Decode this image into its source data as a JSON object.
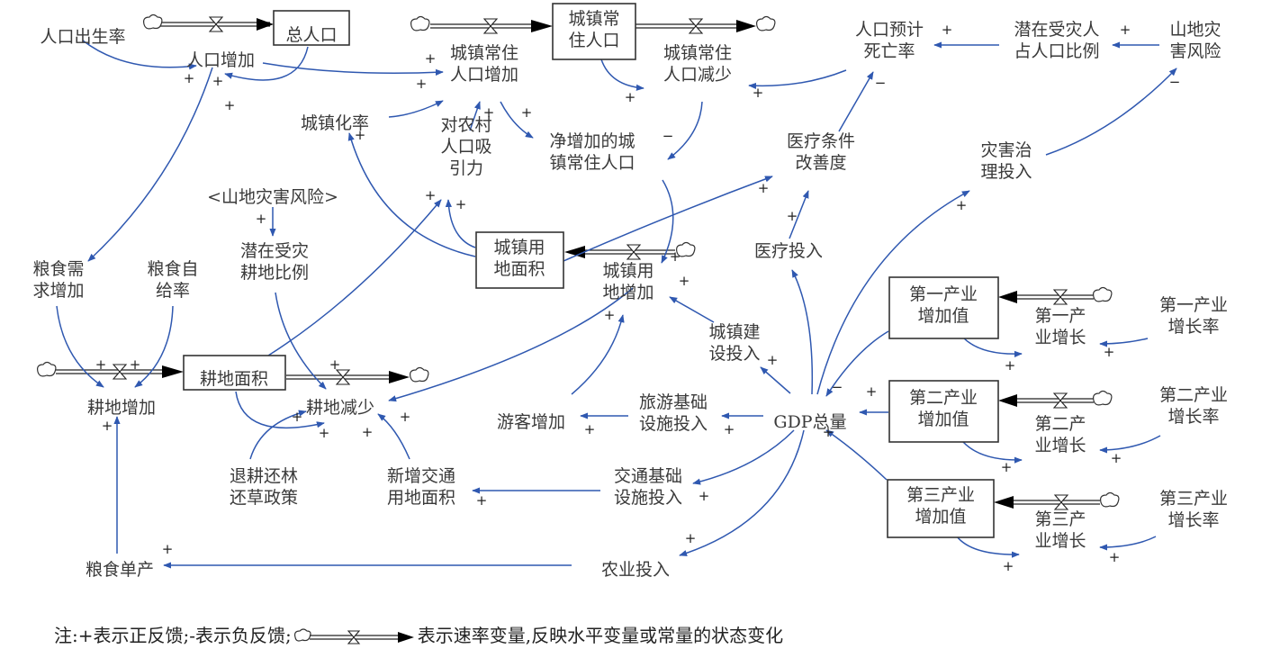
{
  "diagram": {
    "title": "",
    "nodes": {
      "birth_rate": {
        "type": "auxiliary",
        "lines": [
          "人口出生率"
        ]
      },
      "total_pop": {
        "type": "stock",
        "lines": [
          "总人口"
        ]
      },
      "pop_increase": {
        "type": "rate",
        "lines": [
          "人口增加"
        ]
      },
      "urban_pop_increase": {
        "type": "rate",
        "lines": [
          "城镇常住",
          "人口增加"
        ]
      },
      "urban_pop": {
        "type": "stock",
        "lines": [
          "城镇常",
          "住人口"
        ]
      },
      "urban_pop_decrease": {
        "type": "rate",
        "lines": [
          "城镇常住",
          "人口减少"
        ]
      },
      "expected_death_rate": {
        "type": "auxiliary",
        "lines": [
          "人口预计",
          "死亡率"
        ]
      },
      "disaster_pop_ratio": {
        "type": "auxiliary",
        "lines": [
          "潜在受灾人",
          "占人口比例"
        ]
      },
      "mountain_risk": {
        "type": "auxiliary",
        "lines": [
          "山地灾",
          "害风险"
        ]
      },
      "urbanization_rate": {
        "type": "auxiliary",
        "lines": [
          "城镇化率"
        ]
      },
      "rural_attraction": {
        "type": "auxiliary",
        "lines": [
          "对农村",
          "人口吸",
          "引力"
        ]
      },
      "net_urban_pop": {
        "type": "auxiliary",
        "lines": [
          "净增加的城",
          "镇常住人口"
        ]
      },
      "medical_improve": {
        "type": "auxiliary",
        "lines": [
          "医疗条件",
          "改善度"
        ]
      },
      "disaster_invest": {
        "type": "auxiliary",
        "lines": [
          "灾害治",
          "理投入"
        ]
      },
      "mountain_risk_shadow": {
        "type": "shadow",
        "lines": [
          "<山地灾害风险>"
        ]
      },
      "disaster_farmland_ratio": {
        "type": "auxiliary",
        "lines": [
          "潜在受灾",
          "耕地比例"
        ]
      },
      "urban_land": {
        "type": "stock",
        "lines": [
          "城镇用",
          "地面积"
        ]
      },
      "urban_land_increase": {
        "type": "rate",
        "lines": [
          "城镇用",
          "地增加"
        ]
      },
      "medical_invest": {
        "type": "auxiliary",
        "lines": [
          "医疗投入"
        ]
      },
      "grain_demand": {
        "type": "auxiliary",
        "lines": [
          "粮食需",
          "求增加"
        ]
      },
      "grain_self": {
        "type": "auxiliary",
        "lines": [
          "粮食自",
          "给率"
        ]
      },
      "farmland": {
        "type": "stock",
        "lines": [
          "耕地面积"
        ]
      },
      "farmland_increase": {
        "type": "rate",
        "lines": [
          "耕地增加"
        ]
      },
      "farmland_decrease": {
        "type": "rate",
        "lines": [
          "耕地减少"
        ]
      },
      "urban_construction": {
        "type": "auxiliary",
        "lines": [
          "城镇建",
          "设投入"
        ]
      },
      "tourist_increase": {
        "type": "auxiliary",
        "lines": [
          "游客增加"
        ]
      },
      "tourism_infra": {
        "type": "auxiliary",
        "lines": [
          "旅游基础",
          "设施投入"
        ]
      },
      "gdp": {
        "type": "auxiliary",
        "lines": [
          "GDP总量"
        ]
      },
      "primary_value": {
        "type": "stock",
        "lines": [
          "第一产业",
          "增加值"
        ]
      },
      "primary_growth": {
        "type": "rate",
        "lines": [
          "第一产",
          "业增长"
        ]
      },
      "primary_rate": {
        "type": "auxiliary",
        "lines": [
          "第一产业",
          "增长率"
        ]
      },
      "secondary_value": {
        "type": "stock",
        "lines": [
          "第二产业",
          "增加值"
        ]
      },
      "secondary_growth": {
        "type": "rate",
        "lines": [
          "第二产",
          "业增长"
        ]
      },
      "secondary_rate": {
        "type": "auxiliary",
        "lines": [
          "第二产业",
          "增长率"
        ]
      },
      "tertiary_value": {
        "type": "stock",
        "lines": [
          "第三产业",
          "增加值"
        ]
      },
      "tertiary_growth": {
        "type": "rate",
        "lines": [
          "第三产",
          "业增长"
        ]
      },
      "tertiary_rate": {
        "type": "auxiliary",
        "lines": [
          "第三产业",
          "增长率"
        ]
      },
      "grain_to_farm_policy": {
        "type": "auxiliary",
        "lines": [
          "退耕还林",
          "还草政策"
        ]
      },
      "new_transport_land": {
        "type": "auxiliary",
        "lines": [
          "新增交通",
          "用地面积"
        ]
      },
      "transport_infra": {
        "type": "auxiliary",
        "lines": [
          "交通基础",
          "设施投入"
        ]
      },
      "grain_yield": {
        "type": "auxiliary",
        "lines": [
          "粮食单产"
        ]
      },
      "agri_invest": {
        "type": "auxiliary",
        "lines": [
          "农业投入"
        ]
      }
    },
    "links": [
      {
        "from": "birth_rate",
        "to": "pop_increase",
        "sign": "+"
      },
      {
        "from": "total_pop",
        "to": "pop_increase",
        "sign": "+"
      },
      {
        "from": "pop_increase",
        "to": "urban_pop_increase",
        "sign": "+"
      },
      {
        "from": "pop_increase",
        "to": "grain_demand",
        "sign": "+"
      },
      {
        "from": "urbanization_rate",
        "to": "urban_pop_increase",
        "sign": "+"
      },
      {
        "from": "rural_attraction",
        "to": "urban_pop_increase",
        "sign": "+"
      },
      {
        "from": "urban_pop_increase",
        "to": "net_urban_pop",
        "sign": "+"
      },
      {
        "from": "urban_pop",
        "to": "urban_pop_decrease",
        "sign": "+"
      },
      {
        "from": "expected_death_rate",
        "to": "urban_pop_decrease",
        "sign": "+"
      },
      {
        "from": "urban_pop_decrease",
        "to": "net_urban_pop",
        "sign": "−"
      },
      {
        "from": "disaster_pop_ratio",
        "to": "expected_death_rate",
        "sign": "+"
      },
      {
        "from": "mountain_risk",
        "to": "disaster_pop_ratio",
        "sign": "+"
      },
      {
        "from": "medical_improve",
        "to": "expected_death_rate",
        "sign": "−"
      },
      {
        "from": "disaster_invest",
        "to": "mountain_risk",
        "sign": "−"
      },
      {
        "from": "net_urban_pop",
        "to": "urban_land_increase",
        "sign": "+"
      },
      {
        "from": "urban_land",
        "to": "urbanization_rate",
        "sign": "+"
      },
      {
        "from": "urban_land",
        "to": "rural_attraction",
        "sign": "+"
      },
      {
        "from": "urban_land",
        "to": "medical_improve",
        "sign": "+"
      },
      {
        "from": "farmland",
        "to": "rural_attraction",
        "sign": "+"
      },
      {
        "from": "mountain_risk_shadow",
        "to": "disaster_farmland_ratio",
        "sign": "+"
      },
      {
        "from": "disaster_farmland_ratio",
        "to": "farmland_decrease",
        "sign": "+"
      },
      {
        "from": "grain_demand",
        "to": "farmland_increase",
        "sign": "+"
      },
      {
        "from": "grain_self",
        "to": "farmland_increase",
        "sign": "+"
      },
      {
        "from": "farmland",
        "to": "farmland_decrease",
        "sign": "+"
      },
      {
        "from": "grain_to_farm_policy",
        "to": "farmland_decrease",
        "sign": "+"
      },
      {
        "from": "new_transport_land",
        "to": "farmland_decrease",
        "sign": "+"
      },
      {
        "from": "urban_land_increase",
        "to": "farmland_decrease",
        "sign": "+"
      },
      {
        "from": "medical_invest",
        "to": "medical_improve",
        "sign": "+"
      },
      {
        "from": "gdp",
        "to": "medical_invest",
        "sign": "+"
      },
      {
        "from": "gdp",
        "to": "disaster_invest",
        "sign": "+"
      },
      {
        "from": "gdp",
        "to": "urban_construction",
        "sign": "+"
      },
      {
        "from": "urban_construction",
        "to": "urban_land_increase",
        "sign": "+"
      },
      {
        "from": "tourist_increase",
        "to": "urban_land_increase",
        "sign": "+"
      },
      {
        "from": "tourism_infra",
        "to": "tourist_increase",
        "sign": "+"
      },
      {
        "from": "gdp",
        "to": "tourism_infra",
        "sign": "+"
      },
      {
        "from": "gdp",
        "to": "transport_infra",
        "sign": "+"
      },
      {
        "from": "transport_infra",
        "to": "new_transport_land",
        "sign": "+"
      },
      {
        "from": "gdp",
        "to": "agri_invest",
        "sign": "+"
      },
      {
        "from": "agri_invest",
        "to": "grain_yield",
        "sign": "+"
      },
      {
        "from": "grain_yield",
        "to": "farmland_increase",
        "sign": "−"
      },
      {
        "from": "primary_value",
        "to": "gdp",
        "sign": "+"
      },
      {
        "from": "secondary_value",
        "to": "gdp",
        "sign": "+"
      },
      {
        "from": "tertiary_value",
        "to": "gdp",
        "sign": "+"
      },
      {
        "from": "primary_value",
        "to": "primary_growth",
        "sign": "+"
      },
      {
        "from": "primary_rate",
        "to": "primary_growth",
        "sign": "+"
      },
      {
        "from": "secondary_value",
        "to": "secondary_growth",
        "sign": "+"
      },
      {
        "from": "secondary_rate",
        "to": "secondary_growth",
        "sign": "+"
      },
      {
        "from": "tertiary_value",
        "to": "tertiary_growth",
        "sign": "+"
      },
      {
        "from": "tertiary_rate",
        "to": "tertiary_growth",
        "sign": "+"
      }
    ],
    "colors": {
      "link": "#2f58b0",
      "text": "#3a3a3a",
      "stock_border": "#333333"
    }
  },
  "note": {
    "prefix": "注:+表示正反馈;-表示负反馈;",
    "suffix": "表示速率变量,反映水平变量或常量的状态变化"
  }
}
